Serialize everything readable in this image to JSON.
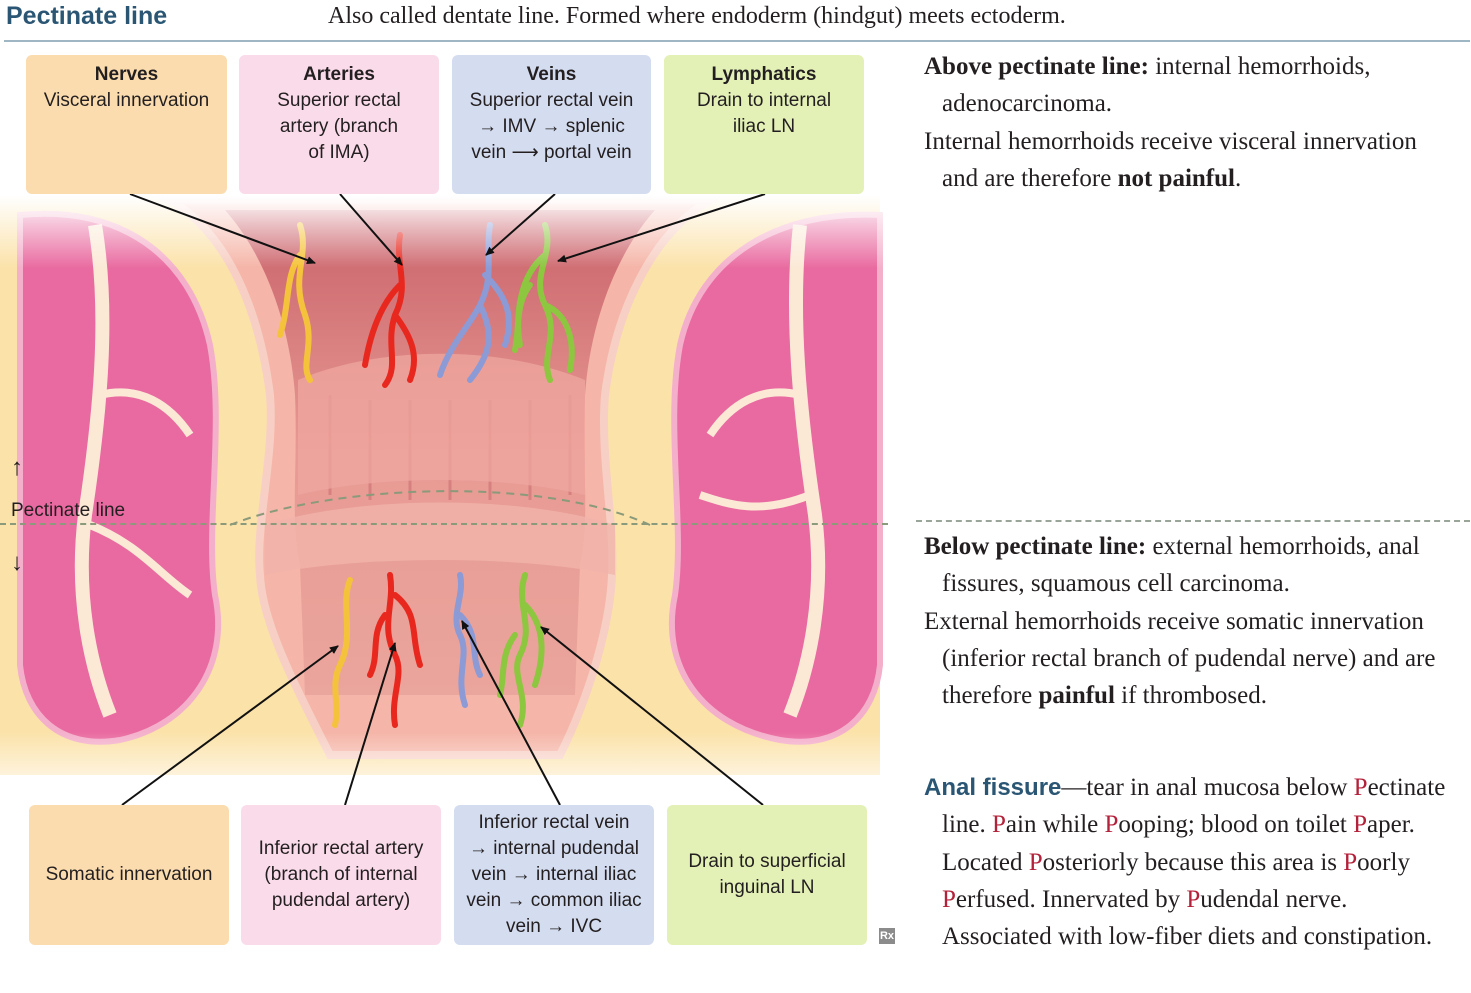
{
  "header": {
    "title": "Pectinate line",
    "description": "Also called dentate line. Formed where endoderm (hindgut) meets ectoderm."
  },
  "top_boxes": {
    "nerves": {
      "heading": "Nerves",
      "lines": [
        "Visceral innervation"
      ]
    },
    "arteries": {
      "heading": "Arteries",
      "lines": [
        "Superior rectal",
        "artery (branch",
        "of IMA)"
      ]
    },
    "veins": {
      "heading": "Veins",
      "lines": [
        "Superior rectal vein",
        "→ IMV  → splenic",
        "vein ⟶ portal vein"
      ]
    },
    "lymphatics": {
      "heading": "Lymphatics",
      "lines": [
        "Drain to internal",
        "iliac LN"
      ]
    }
  },
  "bottom_boxes": {
    "nerves": {
      "lines": [
        "Somatic innervation"
      ]
    },
    "arteries": {
      "lines": [
        "Inferior rectal artery",
        "(branch of internal",
        "pudendal artery)"
      ]
    },
    "veins": {
      "lines": [
        "Inferior rectal vein",
        "→ internal pudendal",
        "vein → internal iliac",
        "vein → common iliac",
        "vein → IVC"
      ]
    },
    "lymphatics": {
      "lines": [
        "Drain to superficial",
        "inguinal LN"
      ]
    }
  },
  "pectinate_label": "Pectinate line",
  "above": {
    "heading": "Above pectinate line:",
    "conditions": " internal hemorrhoids, adenocarcinoma.",
    "para2_before": "Internal hemorrhoids receive visceral innervation and are therefore ",
    "para2_bold": "not painful",
    "para2_after": "."
  },
  "below": {
    "heading": "Below pectinate line:",
    "conditions": " external hemorrhoids, anal fissures, squamous cell carcinoma.",
    "para2_before": "External hemorrhoids receive somatic innervation (inferior rectal branch of pudendal nerve) and are therefore ",
    "para2_bold": "painful",
    "para2_after": " if thrombosed."
  },
  "fissure": {
    "heading": "Anal fissure",
    "dash": "—tear in anal mucosa below ",
    "segments": [
      {
        "t": "P",
        "red": true
      },
      {
        "t": "ectinate line. "
      },
      {
        "t": "P",
        "red": true
      },
      {
        "t": "ain while "
      },
      {
        "t": "P",
        "red": true
      },
      {
        "t": "ooping; blood on toilet "
      },
      {
        "t": "P",
        "red": true
      },
      {
        "t": "aper. Located "
      },
      {
        "t": "P",
        "red": true
      },
      {
        "t": "osteriorly because this area is "
      },
      {
        "t": "P",
        "red": true
      },
      {
        "t": "oorly "
      },
      {
        "t": "P",
        "red": true
      },
      {
        "t": "erfused. Innervated by "
      },
      {
        "t": "P",
        "red": true
      },
      {
        "t": "udendal nerve. Associated with low-fiber diets and constipation."
      }
    ]
  },
  "logo": "Rx",
  "colors": {
    "title_blue": "#2a5674",
    "mnemonic_red": "#b3213a",
    "nerve": "#f5c33b",
    "artery": "#e8281e",
    "vein": "#8c9ad6",
    "lymph": "#8dc63f"
  }
}
